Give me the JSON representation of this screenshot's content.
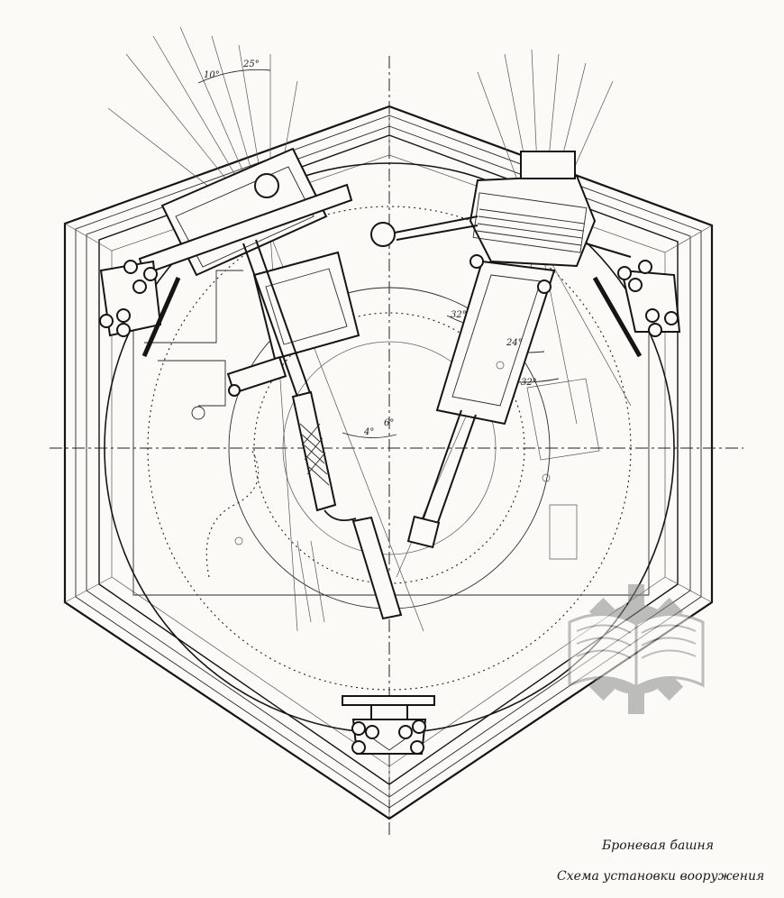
{
  "drawing": {
    "title": "Броневая башня",
    "subtitle": "Схема установки вооружения"
  },
  "angle_labels": {
    "top_left": [
      "10°",
      "25°"
    ],
    "right_gun": [
      "32°",
      "24°",
      "32°"
    ],
    "left_gun": [
      "4°",
      "6°"
    ]
  },
  "watermark": {
    "icon": "gear-book-logo-icon",
    "color": "#8a8a8a"
  },
  "colors": {
    "ink": "#151515",
    "paper": "#fbfaf6"
  }
}
